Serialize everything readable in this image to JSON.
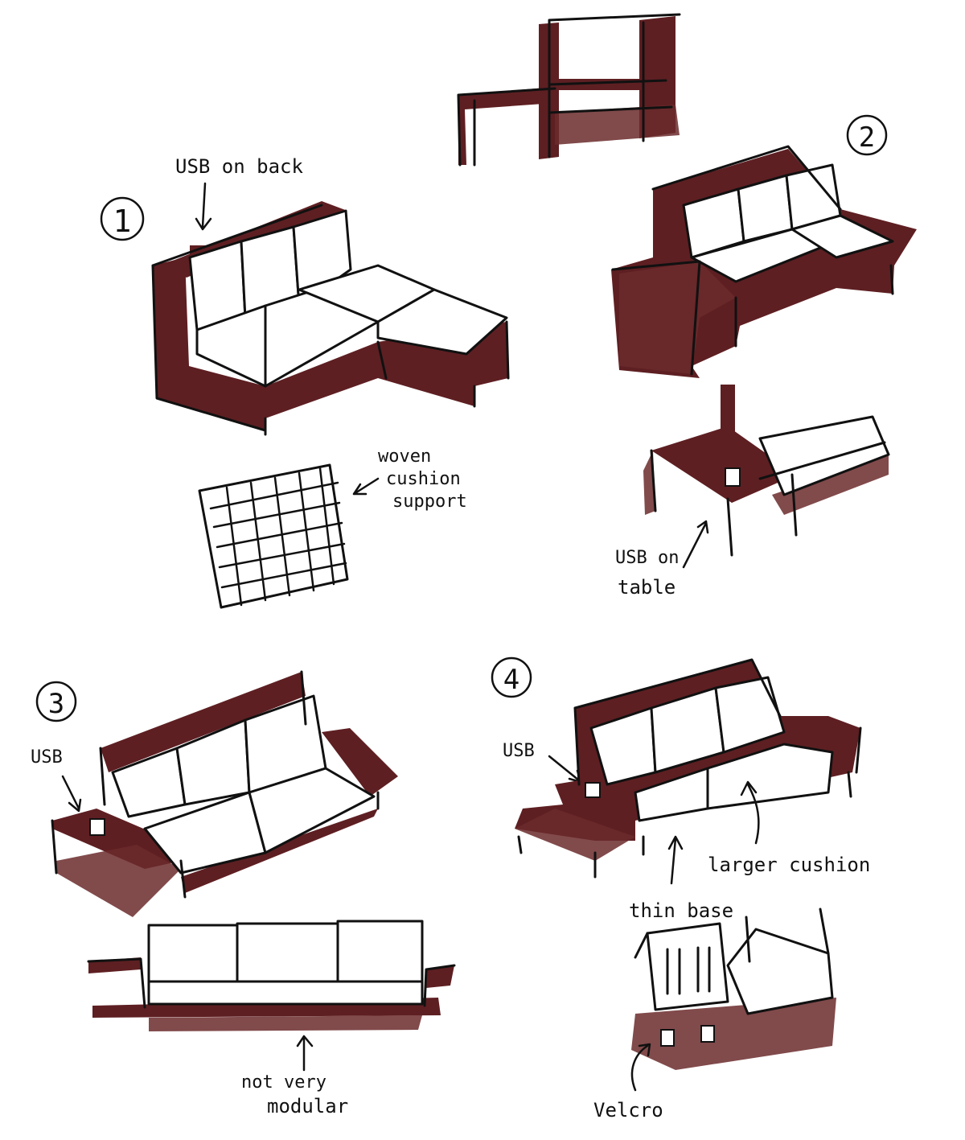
{
  "colors": {
    "ink": "#111111",
    "wood": "#5e1f22",
    "paper": "#ffffff"
  },
  "concepts": [
    {
      "number": "1",
      "annotations": [
        "USB on back"
      ]
    },
    {
      "number": "2",
      "annotations": [
        "USB on table"
      ]
    },
    {
      "number": "3",
      "annotations": [
        "USB"
      ]
    },
    {
      "number": "4",
      "annotations": [
        "USB",
        "larger cushion",
        "thin base",
        "Velcro"
      ]
    }
  ],
  "details": {
    "woven": [
      "woven",
      "cushion",
      "support"
    ],
    "not_modular": [
      "not very",
      "modular"
    ],
    "usb_on_table": [
      "USB on",
      "table"
    ]
  }
}
